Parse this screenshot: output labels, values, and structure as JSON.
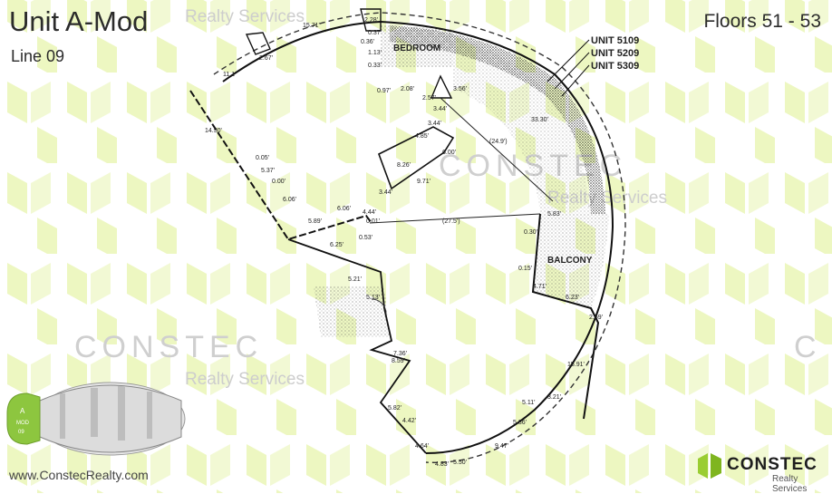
{
  "header": {
    "title": "Unit A-Mod",
    "subtitle": "Line 09",
    "floors": "Floors 51 - 53"
  },
  "watermark": {
    "brand": "CONSTEC",
    "sub": "Realty Services"
  },
  "footer": {
    "url": "www.ConstecRealty.com"
  },
  "logo": {
    "name": "CONSTEC",
    "tagline": "Realty Services",
    "icon": "constec-hexagon-icon"
  },
  "keyplan": {
    "label_line1": "A",
    "label_line2": "MOD",
    "label_line3": "09"
  },
  "plan": {
    "units": [
      "UNIT 5109",
      "UNIT 5209",
      "UNIT 5309"
    ],
    "room_labels": {
      "bedroom": "BEDROOM",
      "balcony": "BALCONY"
    },
    "dimensions": {
      "d1571": "15.71'",
      "d228": "2.28'",
      "d037a": "0.37'",
      "d036": "0.36'",
      "d267": "2.67'",
      "d111": "11.1'",
      "d113": "1.13'",
      "d033": "0.33'",
      "d097": "0.97'",
      "d208": "2.08'",
      "d257": "2.57'",
      "d356": "3.56'",
      "d344a": "3.44'",
      "d344b": "3.44'",
      "d3330": "33.30'",
      "d249": "(24.9')",
      "d1450": "14.50'",
      "d005": "0.05'",
      "d537": "5.37'",
      "d000": "0.00'",
      "d606a": "6.06'",
      "d606b": "6.06'",
      "d485": "4.85'",
      "d600": "6.00'",
      "d826": "8.26'",
      "d971": "9.71'",
      "d344c": "3.44'",
      "d589": "5.89'",
      "d444": "4.44'",
      "d001": "0.01'",
      "d053": "0.53'",
      "d625": "6.25'",
      "d275": "(27.5')",
      "d583": "5.83'",
      "d030": "0.30'",
      "d015": "0.15'",
      "d471": "4.71'",
      "d623": "6.23'",
      "d259": "2.59'",
      "d1591": "15.91'",
      "d511": "5.11'",
      "d321": "3.21'",
      "d536": "5.36'",
      "d947": "9.47'",
      "d550": "5.50'",
      "d483": "4.83'",
      "d464": "4.64'",
      "d442": "4.42'",
      "d582": "5.82'",
      "d859": "8.59'",
      "d736": "7.36'",
      "d513": "5.13'",
      "d521": "5.21'"
    }
  },
  "colors": {
    "accent_green": "#9acd32",
    "pattern_green": "#eef6c4",
    "text_dark": "#2b2b2b",
    "watermark_gray": "#d0d0d0"
  }
}
